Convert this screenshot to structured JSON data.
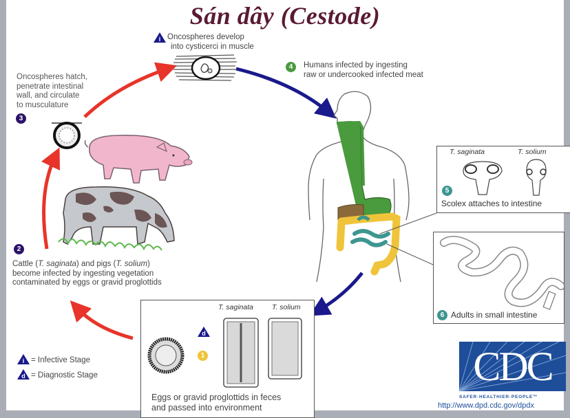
{
  "title": "Sán dây (Cestode)",
  "stages": {
    "s1": {
      "number": "1",
      "text_line1": "Eggs or gravid proglottids in feces",
      "text_line2": "and passed into environment",
      "species": [
        "T. saginata",
        "T. solium"
      ]
    },
    "s2": {
      "number": "2",
      "line1_a": "Cattle (",
      "line1_b": "T. saginata",
      "line1_c": ") and pigs (",
      "line1_d": "T. solium",
      "line1_e": ")",
      "line2": "become infected by ingesting vegetation",
      "line3": "contaminated by eggs or gravid proglottids"
    },
    "s3": {
      "number": "3",
      "lines": [
        "Oncospheres hatch,",
        "penetrate intestinal",
        "wall, and circulate",
        "to musculature"
      ]
    },
    "s_infective": {
      "marker": "i",
      "lines": [
        "Oncospheres develop",
        "into cysticerci in muscle"
      ]
    },
    "s4": {
      "number": "4",
      "lines": [
        "Humans infected by ingesting",
        "raw or undercooked infected meat"
      ]
    },
    "s5": {
      "number": "5",
      "text": "Scolex attaches to intestine",
      "species": [
        "T. saginata",
        "T. solium"
      ]
    },
    "s6": {
      "number": "6",
      "text": "Adults in small intestine"
    }
  },
  "legend": {
    "infective": {
      "marker": "i",
      "label": "= Infective Stage"
    },
    "diagnostic": {
      "marker": "d",
      "label": "= Diagnostic Stage"
    }
  },
  "logo": {
    "text": "CDC",
    "tagline": "SAFER·HEALTHIER·PEOPLE™",
    "url": "http://www.dpd.cdc.gov/dpdx"
  },
  "colors": {
    "title": "#5a1a33",
    "red_arrow": "#e8342a",
    "blue_arrow": "#1a1a8c",
    "stage_purple": "#2b1368",
    "stage_green": "#4a9a3e",
    "stage_teal": "#3d9690",
    "stage_yellow": "#f0c43a",
    "cdc_blue": "#1e4d9a"
  }
}
